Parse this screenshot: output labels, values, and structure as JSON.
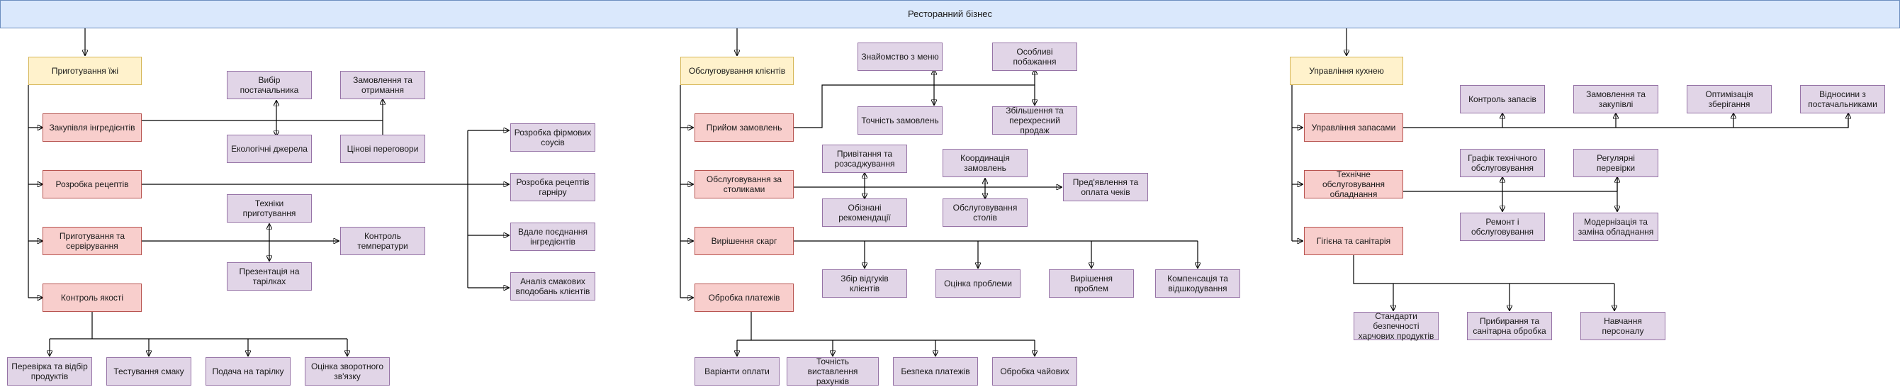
{
  "root": "Ресторанний бізнес",
  "cooking": {
    "title": "Приготування їжі",
    "procure": "Закупівля інгредієнтів",
    "supplier_choice": "Вибір постачальника",
    "eco_sources": "Екологічні джерела",
    "order_receive": "Замовлення та отримання",
    "price_negotiation": "Цінові переговори",
    "recipes": "Розробка рецептів",
    "signature_sauces": "Розробка фірмових соусів",
    "garnish_recipes": "Розробка рецептів гарніру",
    "ingredient_pairing": "Вдале поєднання інгредієнтів",
    "taste_analysis": "Аналіз смакових вподобань клієнтів",
    "prep_serving": "Приготування та сервірування",
    "techniques": "Техніки приготування",
    "plate_presentation": "Презентація на тарілках",
    "temp_control": "Контроль температури",
    "quality": "Контроль якості",
    "check_products": "Перевірка та відбір продуктів",
    "taste_test": "Тестування смаку",
    "plating": "Подача на тарілку",
    "feedback": "Оцінка зворотного зв'язку"
  },
  "service": {
    "title": "Обслуговування клієнтів",
    "orders": "Прийом замовлень",
    "menu_intro": "Знайомство з меню",
    "special_wishes": "Особливі побажання",
    "order_accuracy": "Точність замовлень",
    "upsell": "Збільшення та перехресний продаж",
    "tables": "Обслуговування за столиками",
    "greeting": "Привітання та розсаджування",
    "mandatory_recs": "Обізнані рекомендації",
    "order_coord": "Координація замовлень",
    "table_service": "Обслуговування столів",
    "bills": "Пред'явлення та оплата чеків",
    "complaints": "Вирішення скарг",
    "feedback_collect": "Збір відгуків клієнтів",
    "problem_assess": "Оцінка проблеми",
    "problem_solve": "Вирішення проблем",
    "compensation": "Компенсація та відшкодування",
    "payments": "Обробка платежів",
    "pay_options": "Варіанти оплати",
    "billing_accuracy": "Точність виставлення рахунків",
    "pay_security": "Безпека платежів",
    "tips": "Обробка чайових"
  },
  "kitchen": {
    "title": "Управління кухнею",
    "inventory": "Управління запасами",
    "stock_control": "Контроль запасів",
    "ordering": "Замовлення та закупівлі",
    "storage_opt": "Оптимізація зберігання",
    "supplier_rel": "Відносини з постачальниками",
    "maintenance": "Технічне обслуговування обладнання",
    "schedule": "Графік технічного обслуговування",
    "inspections": "Регулярні перевірки",
    "repair": "Ремонт і обслуговування",
    "upgrade": "Модернізація та заміна обладнання",
    "hygiene": "Гігієна та санітарія",
    "safety_std": "Стандарти безпечності харчових продуктів",
    "cleaning": "Прибирання та санітарна обробка",
    "training": "Навчання персоналу"
  }
}
